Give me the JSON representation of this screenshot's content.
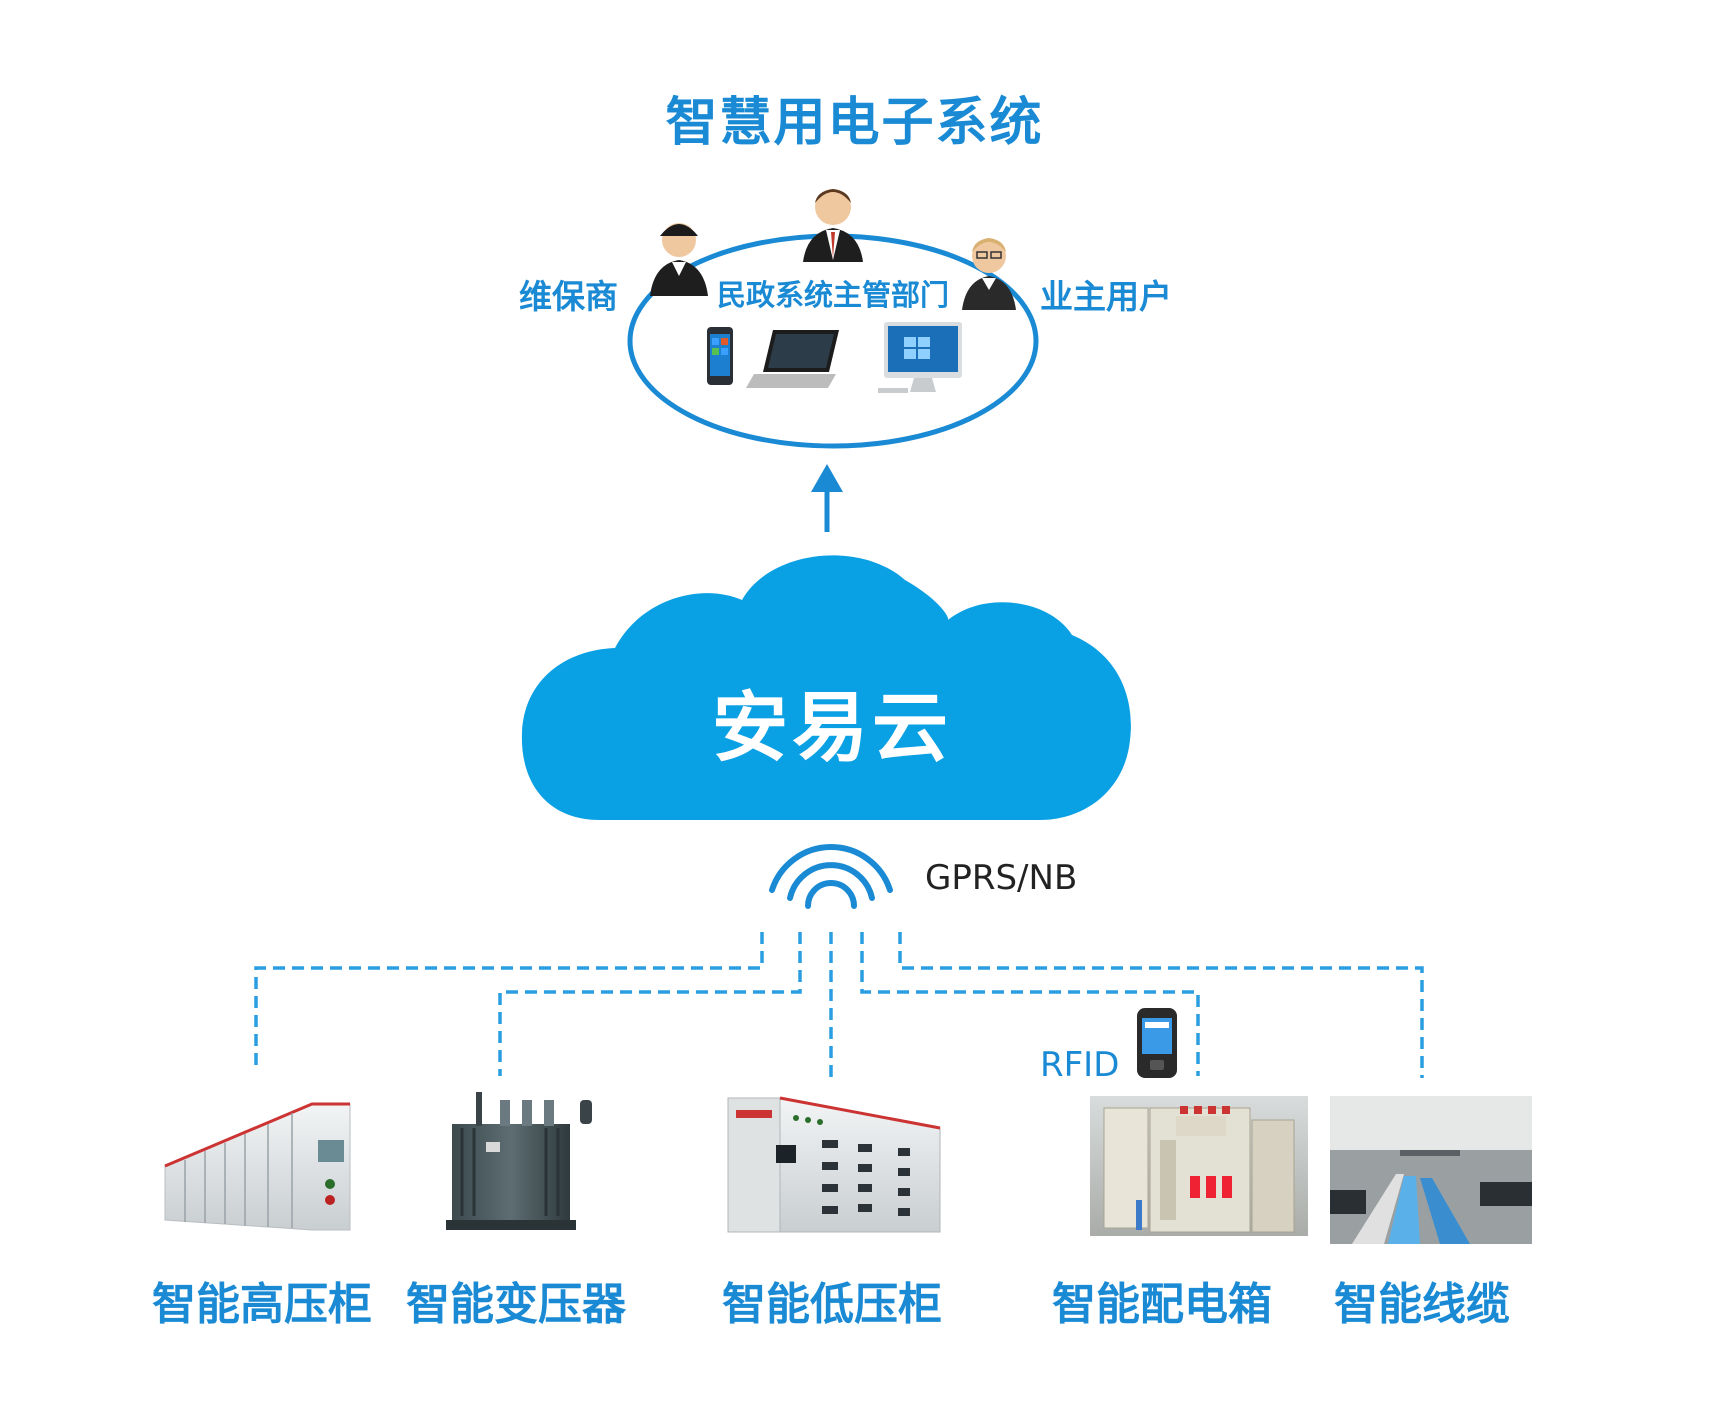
{
  "title": "智慧用电子系统",
  "users": {
    "left_label": "维保商",
    "center_label": "民政系统主管部门",
    "right_label": "业主用户"
  },
  "cloud": {
    "label": "安易云"
  },
  "network": {
    "label": "GPRS/NB"
  },
  "rfid": {
    "label": "RFID"
  },
  "devices": [
    {
      "label": "智能高压柜",
      "icon": "high-voltage-cabinet"
    },
    {
      "label": "智能变压器",
      "icon": "transformer"
    },
    {
      "label": "智能低压柜",
      "icon": "low-voltage-cabinet"
    },
    {
      "label": "智能配电箱",
      "icon": "distribution-box"
    },
    {
      "label": "智能线缆",
      "icon": "cable-tray"
    }
  ],
  "colors": {
    "accent": "#1a8ad4",
    "cloud": "#0aa0e4",
    "dash": "#2a9ee0"
  }
}
